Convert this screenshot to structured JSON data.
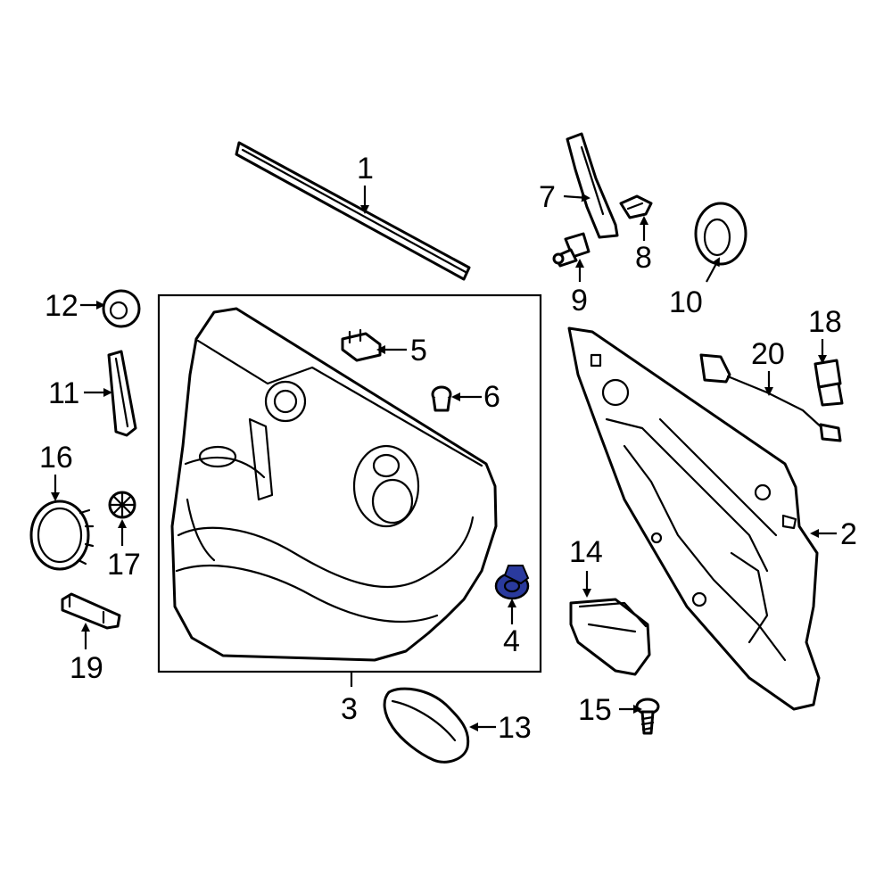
{
  "highlight_color": "#2a3a9e",
  "callouts": {
    "c1": "1",
    "c2": "2",
    "c3": "3",
    "c4": "4",
    "c5": "5",
    "c6": "6",
    "c7": "7",
    "c8": "8",
    "c9": "9",
    "c10": "10",
    "c11": "11",
    "c12": "12",
    "c13": "13",
    "c14": "14",
    "c15": "15",
    "c16": "16",
    "c17": "17",
    "c18": "18",
    "c19": "19",
    "c20": "20"
  }
}
